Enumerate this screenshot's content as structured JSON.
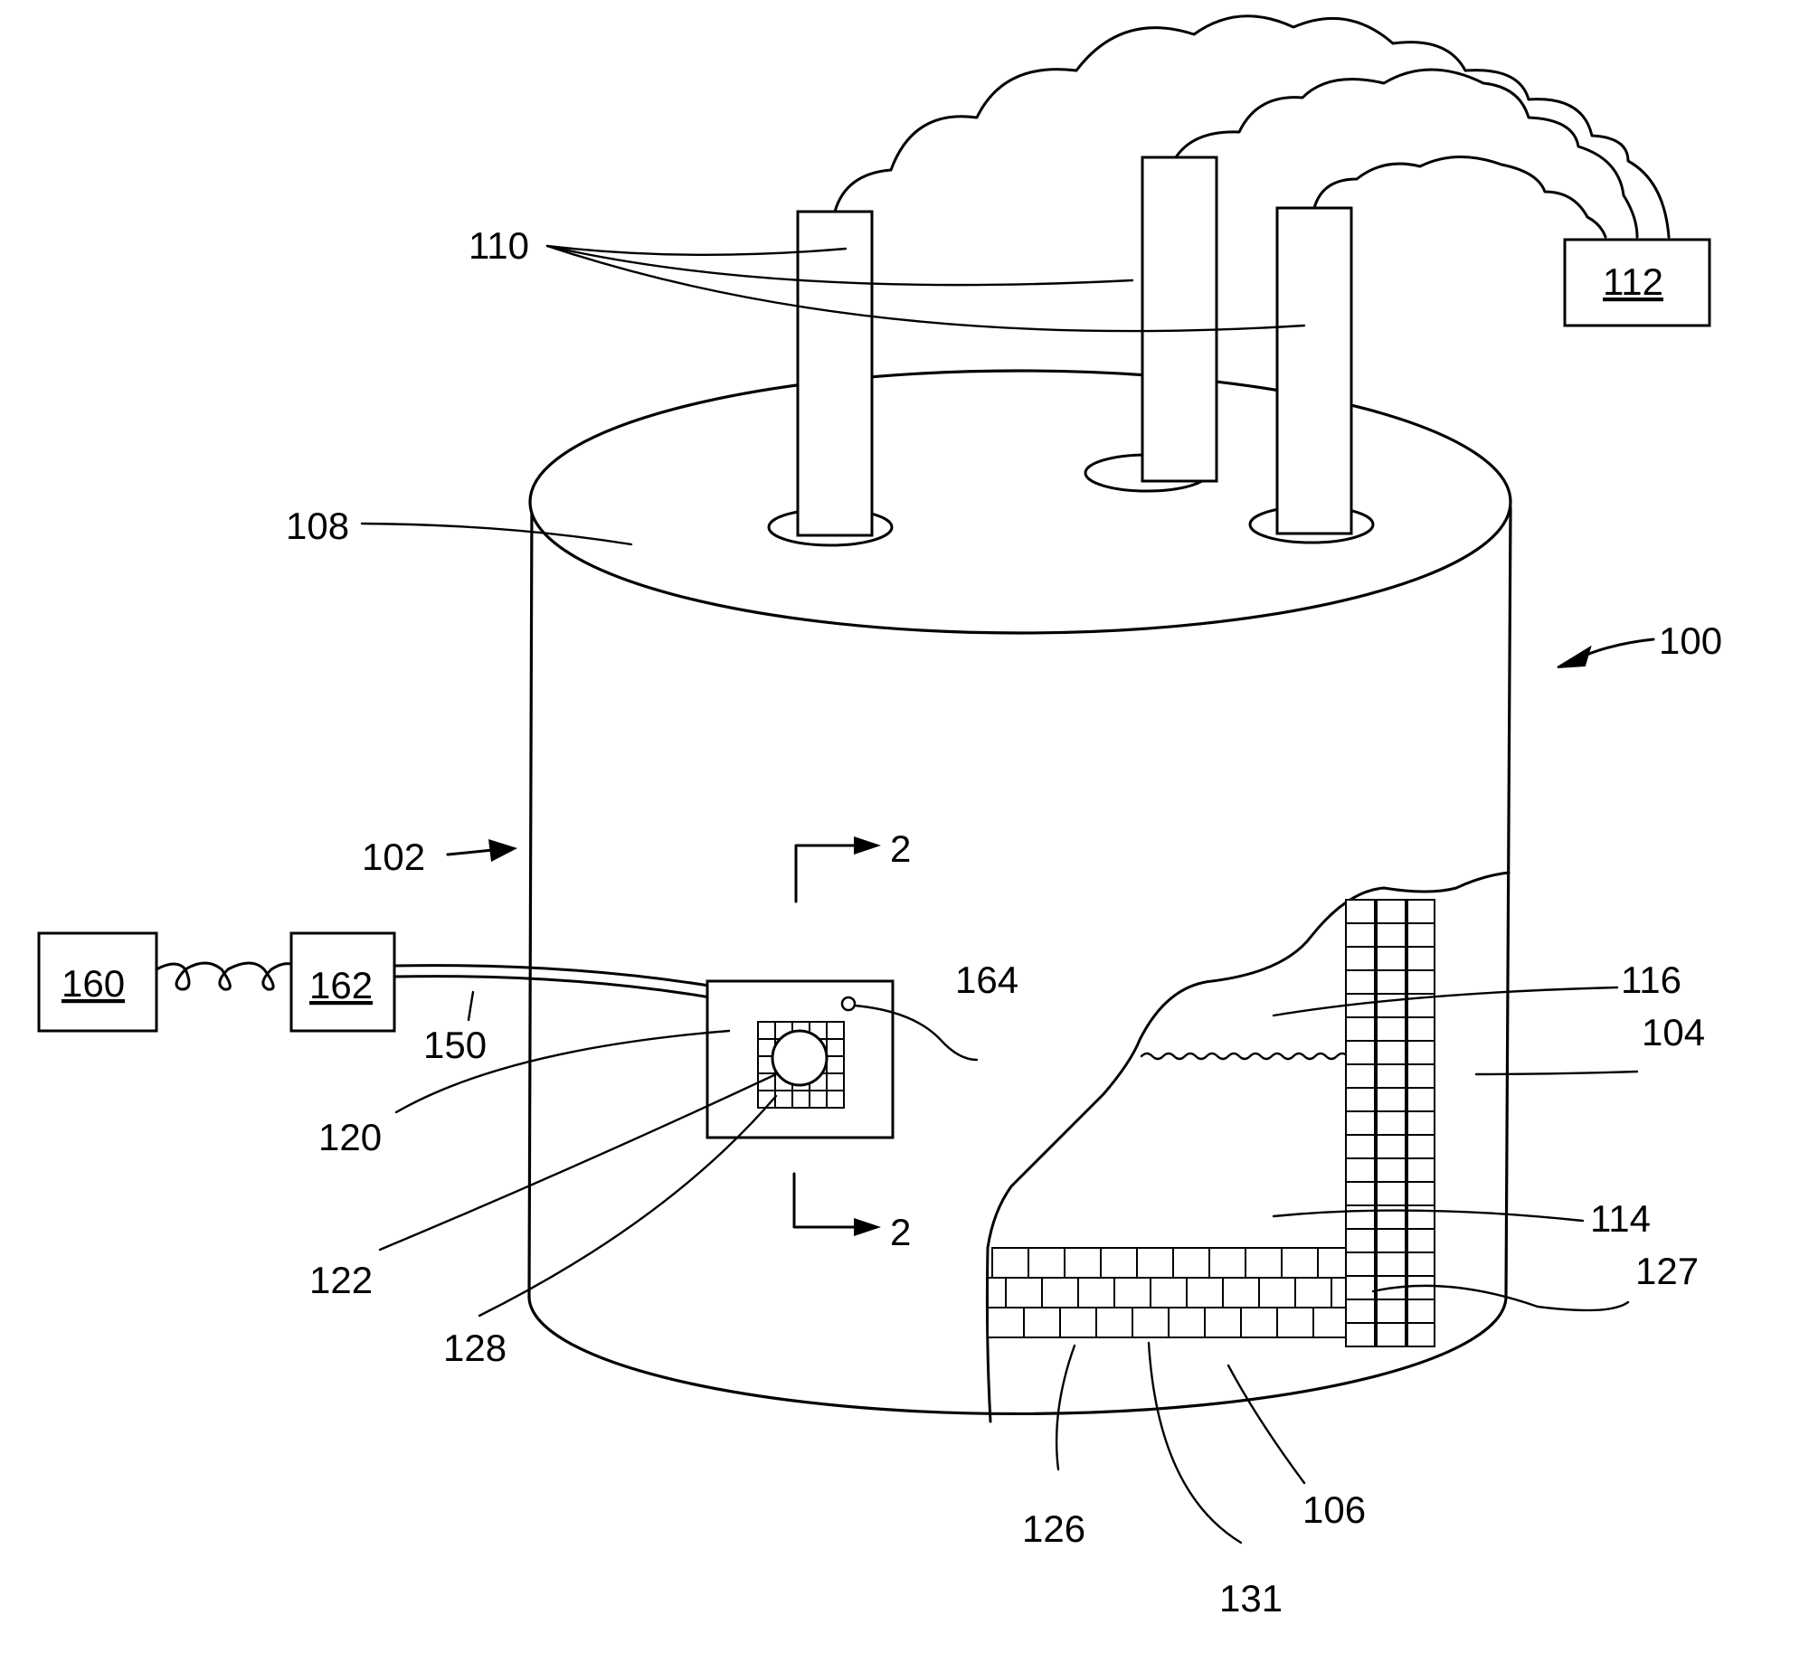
{
  "labels": {
    "l110": "110",
    "l112": "112",
    "l108": "108",
    "l100": "100",
    "l102": "102",
    "l2top": "2",
    "l2bot": "2",
    "l160": "160",
    "l162": "162",
    "l164": "164",
    "l150": "150",
    "l120": "120",
    "l122": "122",
    "l128": "128",
    "l116": "116",
    "l104": "104",
    "l114": "114",
    "l127": "127",
    "l126": "126",
    "l131": "131",
    "l106": "106"
  }
}
